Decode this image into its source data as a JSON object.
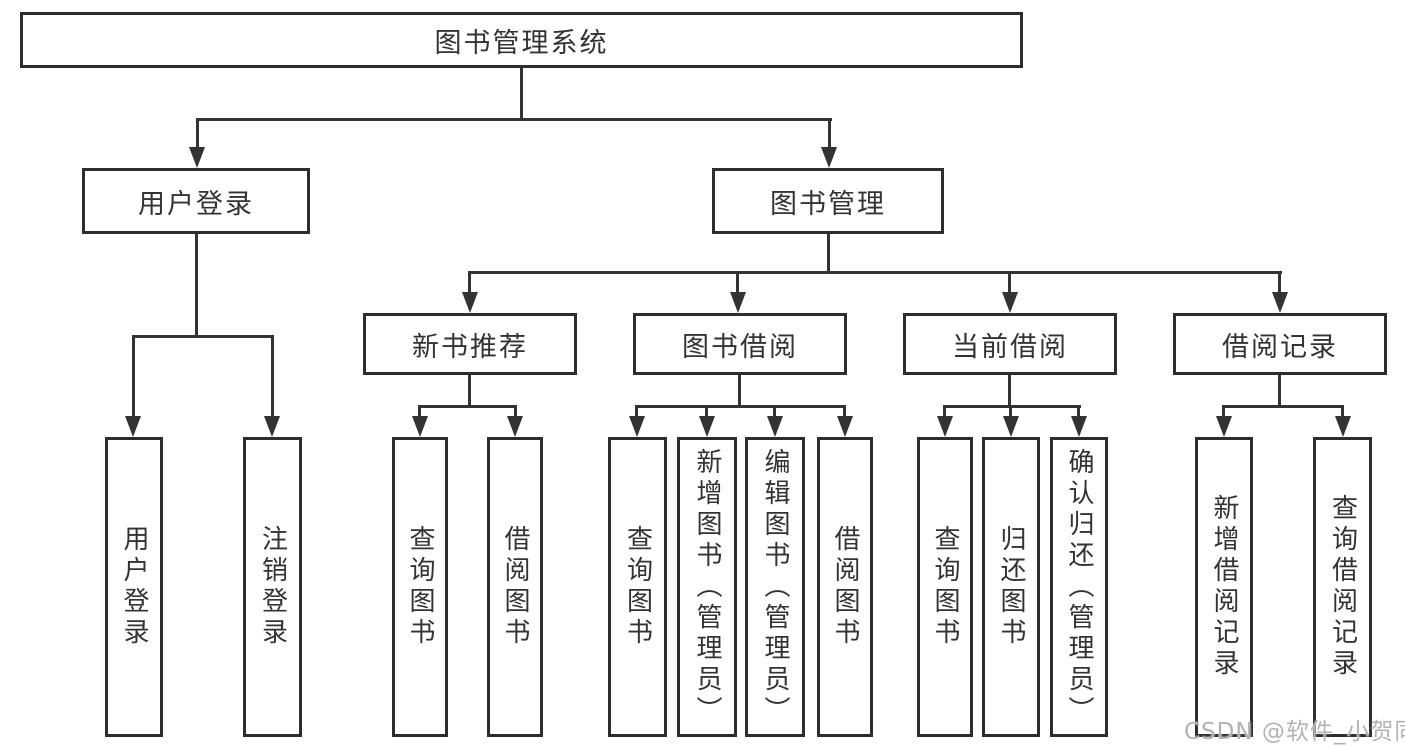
{
  "tree": {
    "root": {
      "label": "图书管理系统"
    },
    "branches": [
      {
        "label": "用户登录",
        "children": [
          {
            "label": "用户登录"
          },
          {
            "label": "注销登录"
          }
        ]
      },
      {
        "label": "图书管理",
        "groups": [
          {
            "label": "新书推荐",
            "children": [
              {
                "label": "查询图书"
              },
              {
                "label": "借阅图书"
              }
            ]
          },
          {
            "label": "图书借阅",
            "children": [
              {
                "label": "查询图书"
              },
              {
                "label": "新增图书（管理员）"
              },
              {
                "label": "编辑图书（管理员）"
              },
              {
                "label": "借阅图书"
              }
            ]
          },
          {
            "label": "当前借阅",
            "children": [
              {
                "label": "查询图书"
              },
              {
                "label": "归还图书"
              },
              {
                "label": "确认归还（管理员）"
              }
            ]
          },
          {
            "label": "借阅记录",
            "children": [
              {
                "label": "新增借阅记录"
              },
              {
                "label": "查询借阅记录"
              }
            ]
          }
        ]
      }
    ]
  },
  "watermark": {
    "text": "CSDN @软件_小贺同学"
  },
  "colors": {
    "line": "#333333",
    "border": "#2d2d2d",
    "text": "#333333",
    "watermark": "#b3b3b3",
    "background": "#ffffff"
  }
}
